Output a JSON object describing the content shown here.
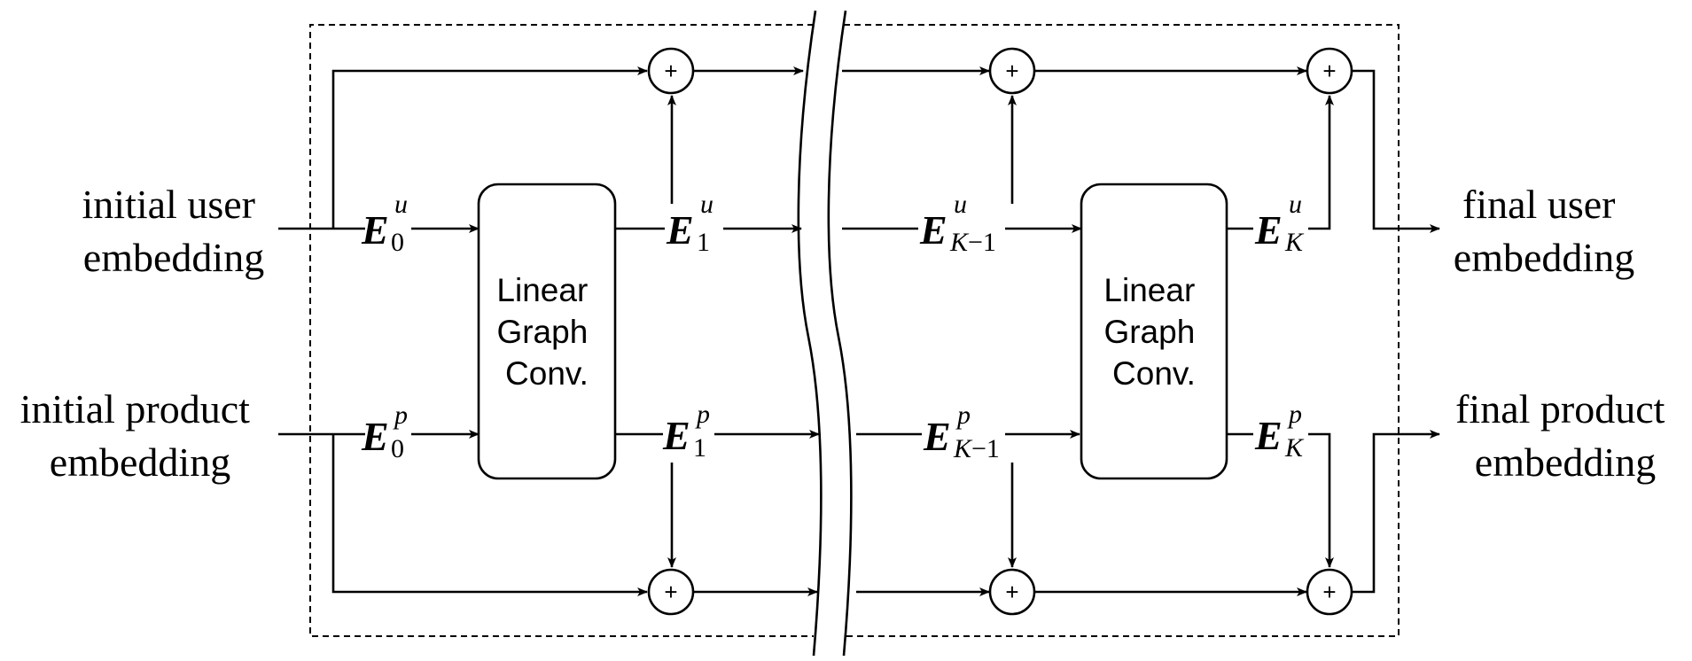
{
  "inputs": {
    "user": [
      "initial user",
      "embedding"
    ],
    "product": [
      "initial product",
      "embedding"
    ]
  },
  "outputs": {
    "user": [
      "final user",
      "embedding"
    ],
    "product": [
      "final product",
      "embedding"
    ]
  },
  "conv_block_label": [
    "Linear",
    "Graph",
    "Conv."
  ],
  "plus_symbol": "+",
  "embedding_symbols": {
    "letter": "E",
    "user_superscript": "u",
    "product_superscript": "p",
    "layer_0": "0",
    "layer_1": "1",
    "layer_k_minus_1": [
      "K",
      "−1"
    ],
    "layer_k": "K"
  }
}
